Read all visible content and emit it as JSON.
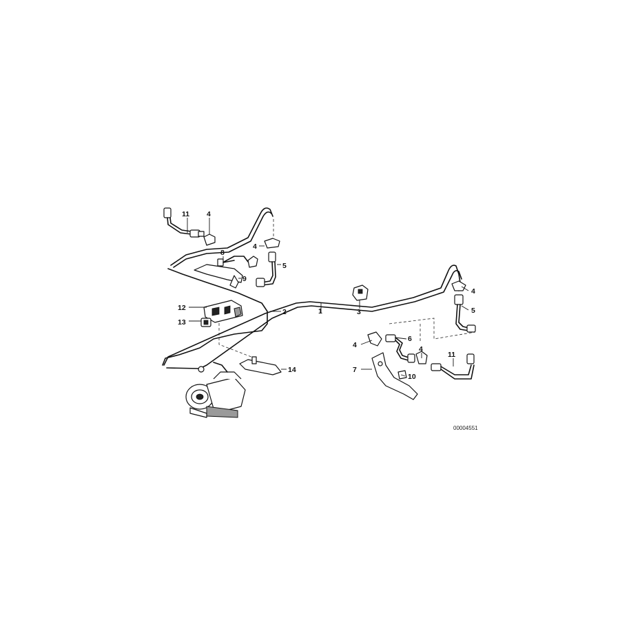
{
  "diagram": {
    "reference_number": "00004551",
    "callouts": [
      {
        "id": "c1",
        "label": "1"
      },
      {
        "id": "c2",
        "label": "2"
      },
      {
        "id": "c3",
        "label": "3"
      },
      {
        "id": "c4a",
        "label": "4"
      },
      {
        "id": "c4b",
        "label": "4"
      },
      {
        "id": "c4c",
        "label": "4"
      },
      {
        "id": "c4d",
        "label": "4"
      },
      {
        "id": "c4e",
        "label": "4"
      },
      {
        "id": "c5a",
        "label": "5"
      },
      {
        "id": "c5b",
        "label": "5"
      },
      {
        "id": "c6",
        "label": "6"
      },
      {
        "id": "c7",
        "label": "7"
      },
      {
        "id": "c8",
        "label": "8"
      },
      {
        "id": "c9",
        "label": "9"
      },
      {
        "id": "c10",
        "label": "10"
      },
      {
        "id": "c11a",
        "label": "11"
      },
      {
        "id": "c11b",
        "label": "11"
      },
      {
        "id": "c12",
        "label": "12"
      },
      {
        "id": "c13",
        "label": "13"
      },
      {
        "id": "c14",
        "label": "14"
      }
    ]
  }
}
